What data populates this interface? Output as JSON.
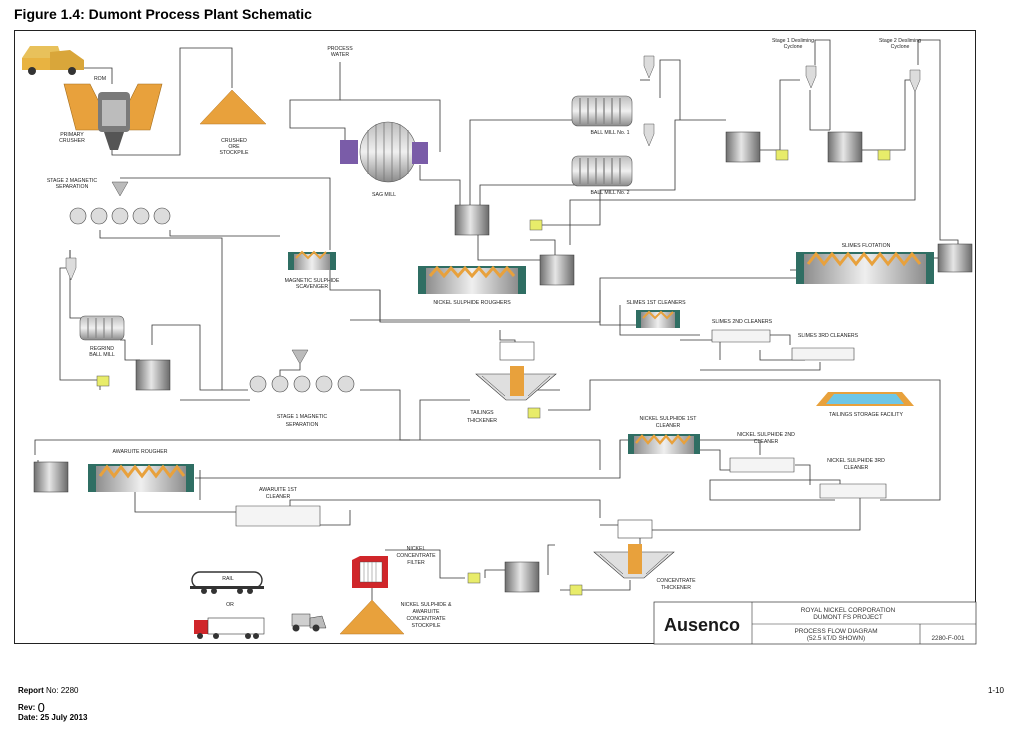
{
  "figure_title": "Figure 1.4:  Dumont Process Plant Schematic",
  "labels": {
    "rom": "ROM",
    "primary_crusher": [
      "PRIMARY",
      "CRUSHER"
    ],
    "crushed_ore_stockpile": [
      "CRUSHED",
      "ORE",
      "STOCKPILE"
    ],
    "process_water": [
      "PROCESS",
      "WATER"
    ],
    "sag_mill": "SAG MILL",
    "ball_mill_1": "BALL MILL No. 1",
    "ball_mill_2": "BALL MILL No. 2",
    "stage1_desliming": [
      "Stage 1 Desliming",
      "Cyclone"
    ],
    "stage2_desliming": [
      "Stage 2 Desliming",
      "Cyclone"
    ],
    "stage2_mag_sep": [
      "STAGE 2 MAGNETIC",
      "SEPARATION"
    ],
    "mag_sulphide_scavenger": [
      "MAGNETIC SULPHIDE",
      "SCAVENGER"
    ],
    "nickel_sulphide_roughers": "NICKEL SULPHIDE ROUGHERS",
    "slimes_flotation": "SLIMES FLOTATION",
    "slimes_1st_cleaners": "SLIMES 1ST CLEANERS",
    "slimes_2nd_cleaners": "SLIMES 2ND CLEANERS",
    "slimes_3rd_cleaners": "SLIMES 3RD CLEANERS",
    "regrind_ball_mill": [
      "REGRIND",
      "BALL MILL"
    ],
    "stage1_mag_sep": [
      "STAGE 1 MAGNETIC",
      "SEPARATION"
    ],
    "tailings_thickener": [
      "TAILINGS",
      "THICKENER"
    ],
    "tailings_storage": "TAILINGS STORAGE FACILITY",
    "ni_sulphide_1st_cleaner": [
      "NICKEL SULPHIDE 1ST",
      "CLEANER"
    ],
    "ni_sulphide_2nd_cleaner": [
      "NICKEL SULPHIDE 2ND",
      "CLEANER"
    ],
    "ni_sulphide_3rd_cleaner": [
      "NICKEL SULPHIDE 3RD",
      "CLEANER"
    ],
    "awaruite_rougher": "AWARUITE ROUGHER",
    "awaruite_1st_cleaner": [
      "AWARUITE 1ST",
      "CLEANER"
    ],
    "nickel_concentrate_filter": [
      "NICKEL",
      "CONCENTRATE",
      "FILTER"
    ],
    "concentrate_stockpile": [
      "NICKEL SULPHIDE &",
      "AWARUITE",
      "CONCENTRATE",
      "STOCKPILE"
    ],
    "concentrate_thickener": [
      "CONCENTRATE",
      "THICKENER"
    ],
    "rail": "RAIL",
    "or": "OR"
  },
  "title_block": {
    "logo": "Ausenco",
    "line1": "ROYAL NICKEL CORPORATION",
    "line2": "DUMONT FS PROJECT",
    "line3": "PROCESS FLOW DIAGRAM",
    "line4": "(52.5 kT/D SHOWN)",
    "drawing_no": "2280-F-001"
  },
  "footer": {
    "report_label": "Report",
    "report_no": "No: 2280",
    "rev_label": "Rev:",
    "rev_value": "0",
    "date_label": "Date:",
    "date_value": "25 July 2013",
    "page": "1-10"
  },
  "colors": {
    "orange": "#e8a13c",
    "flotation_green": "#2f6e63",
    "equipment_grey": "#9a9a9a",
    "pump_yellow": "#e8ec6a",
    "filter_red": "#d0262a",
    "water_blue": "#6ec6e6"
  }
}
